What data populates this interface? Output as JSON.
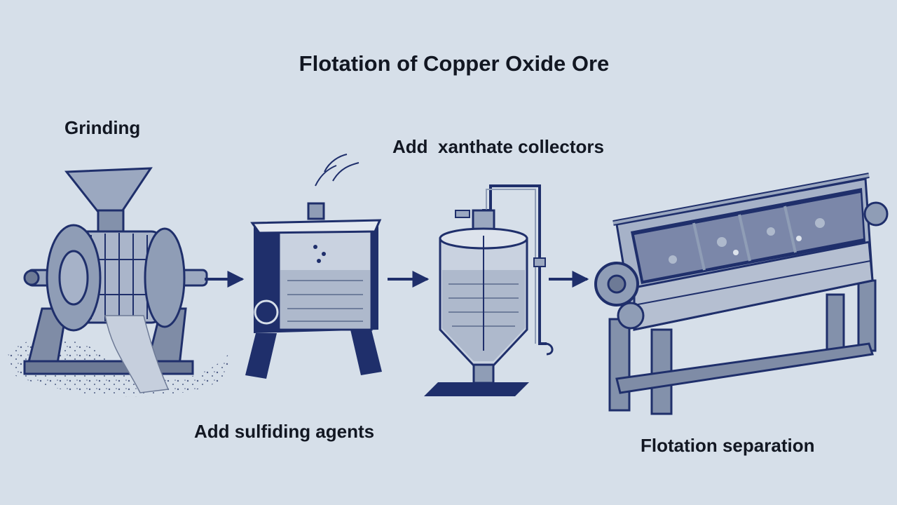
{
  "diagram": {
    "title": "Flotation of Copper Oxide Ore",
    "steps": [
      {
        "label": "Grinding",
        "icon": "grinding-mill-icon"
      },
      {
        "label": "Add sulfiding agents",
        "icon": "sulfiding-tank-icon"
      },
      {
        "label": "Add  xanthate collectors",
        "icon": "collector-vessel-icon"
      },
      {
        "label": "Flotation separation",
        "icon": "flotation-machine-icon"
      }
    ],
    "arrows": 3
  },
  "colors": {
    "background": "#d6dfe9",
    "ink": "#1f2f6b",
    "metal": "#8f9db6",
    "metal_light": "#c3ccdb",
    "liquid": "#b9c5d6",
    "text": "#121722"
  }
}
